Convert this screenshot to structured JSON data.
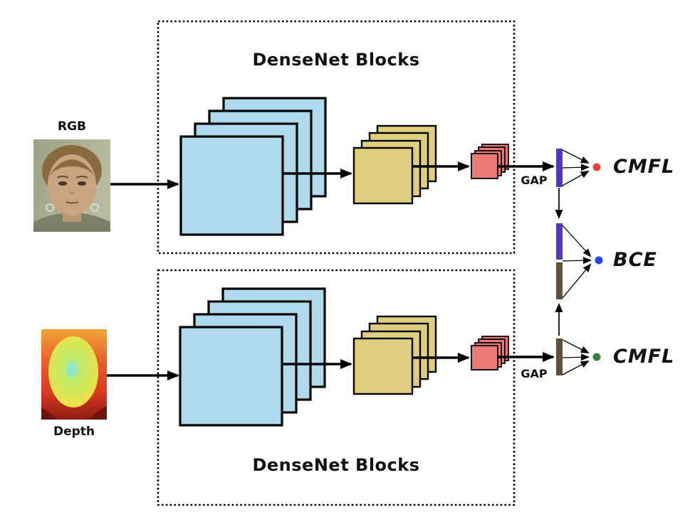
{
  "diagram": {
    "inputs": {
      "rgb_label": "RGB",
      "depth_label": "Depth"
    },
    "blocks": {
      "top_title": "DenseNet Blocks",
      "bottom_title": "DenseNet Blocks"
    },
    "gap": {
      "top": "GAP",
      "bottom": "GAP"
    },
    "outputs": {
      "cmfl_top": "CMFL",
      "bce": "BCE",
      "cmfl_bottom": "CMFL"
    },
    "colors": {
      "feature_map_blue": "#AEDAEE",
      "feature_map_yellow": "#DFCE7D",
      "feature_map_red": "#EC7A74",
      "embedding_bar_purple": "#5733C6",
      "embedding_bar_brown": "#634E3B",
      "loss_dot_red": "#E8453A",
      "loss_dot_blue": "#2546F0",
      "loss_dot_green": "#3D7E3D"
    }
  }
}
